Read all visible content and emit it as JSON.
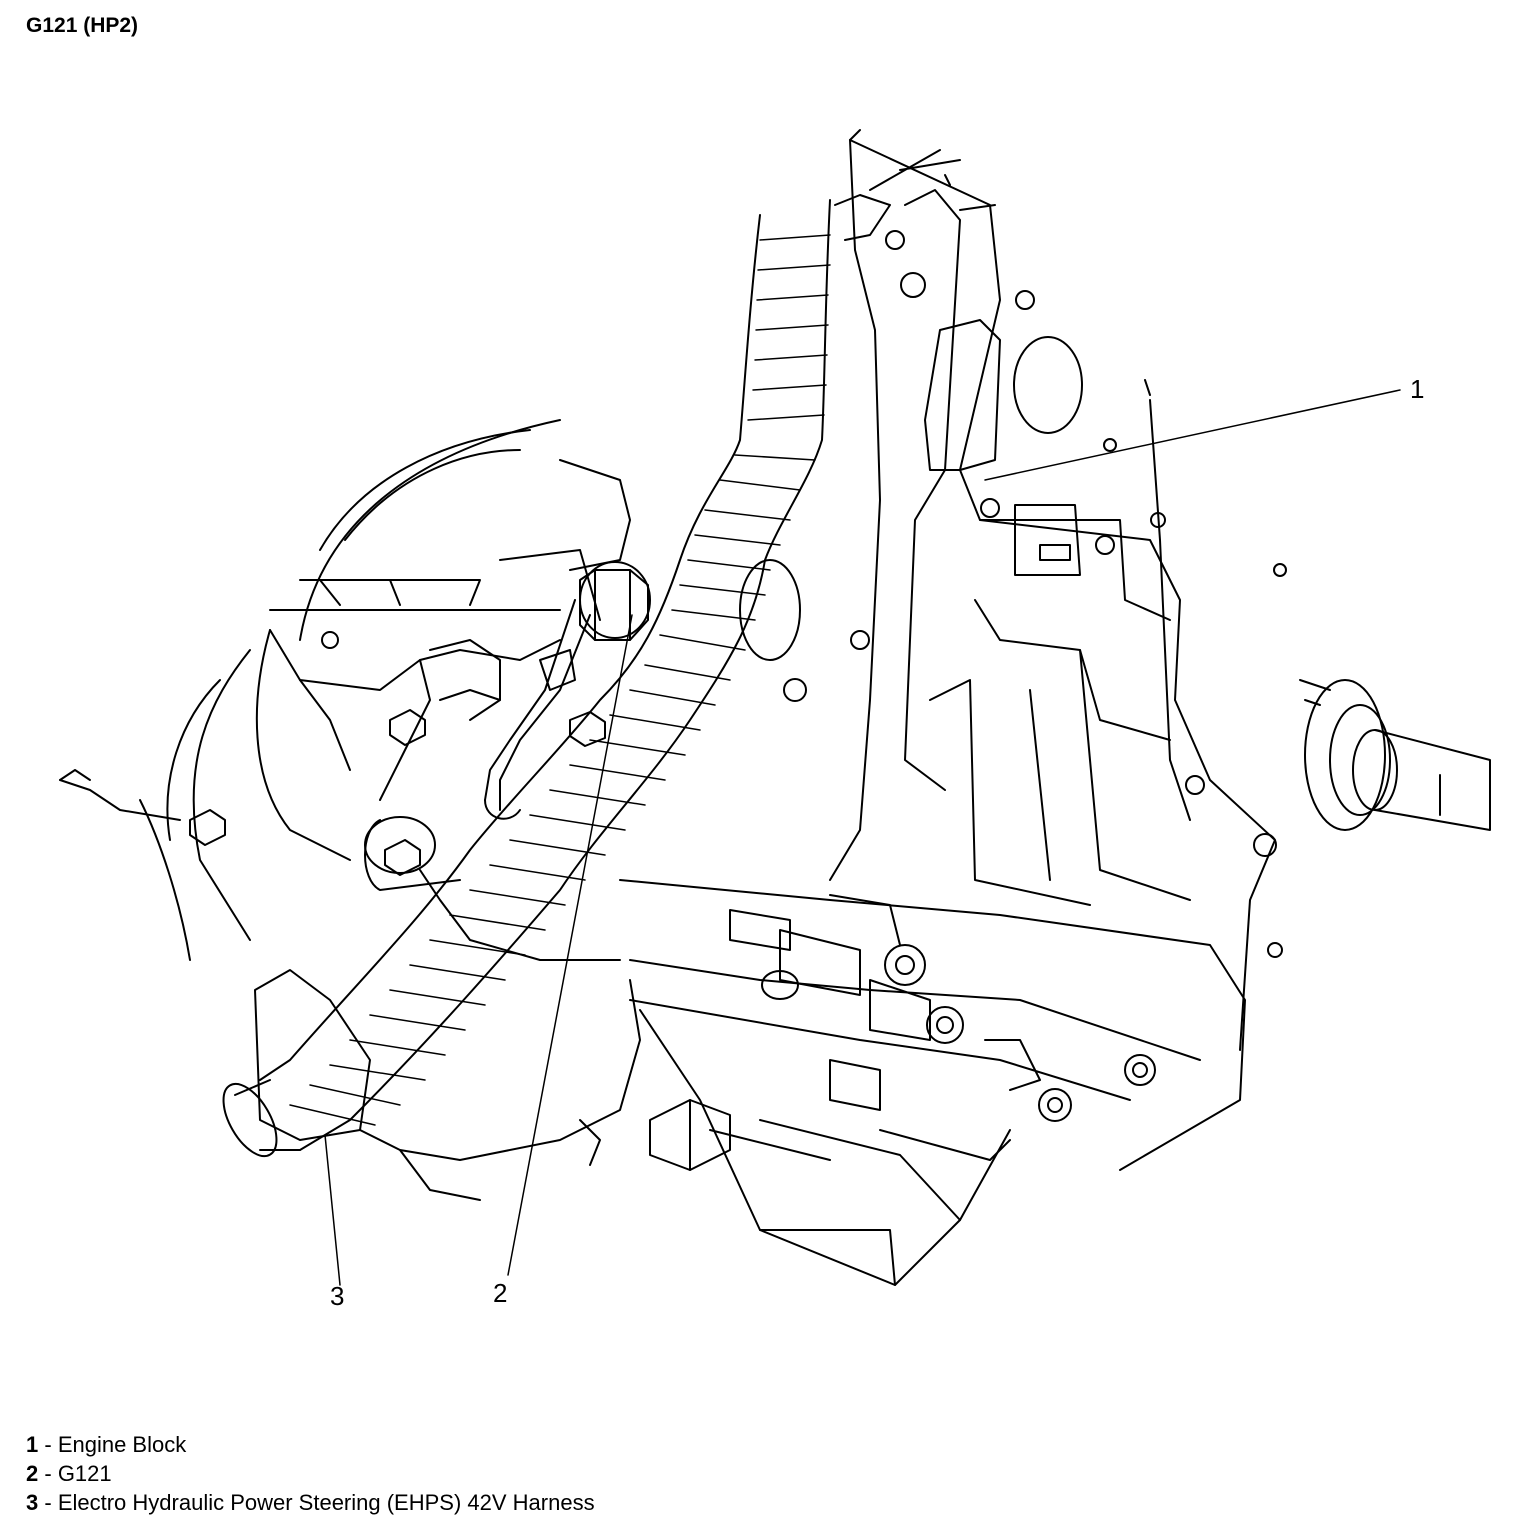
{
  "title": "G121 (HP2)",
  "callouts": [
    {
      "number": "1",
      "label": "Engine Block"
    },
    {
      "number": "2",
      "label": "G121"
    },
    {
      "number": "3",
      "label": "Electro Hydraulic Power Steering (EHPS) 42V Harness"
    }
  ],
  "colors": {
    "ink": "#000000",
    "paper": "#ffffff"
  }
}
